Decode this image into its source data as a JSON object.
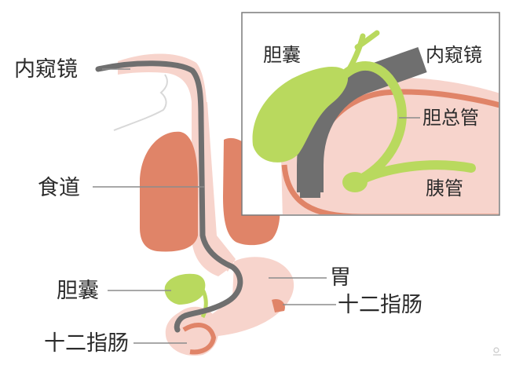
{
  "main_labels": {
    "endoscope": "内窥镜",
    "esophagus": "食道",
    "gallbladder": "胆囊",
    "duodenum": "十二指肠",
    "stomach": "胃",
    "duodenum_right": "十二指肠"
  },
  "inset_labels": {
    "gallbladder": "胆囊",
    "endoscope": "内窥镜",
    "common_bile_duct": "胆总管",
    "pancreatic_duct": "胰管"
  },
  "colors": {
    "skin": "#f7d4cc",
    "organ": "#e08468",
    "endoscope": "#6f6f6f",
    "bile": "#b9d95e",
    "line": "#8c8c8c",
    "frame": "#7a7a7a"
  }
}
